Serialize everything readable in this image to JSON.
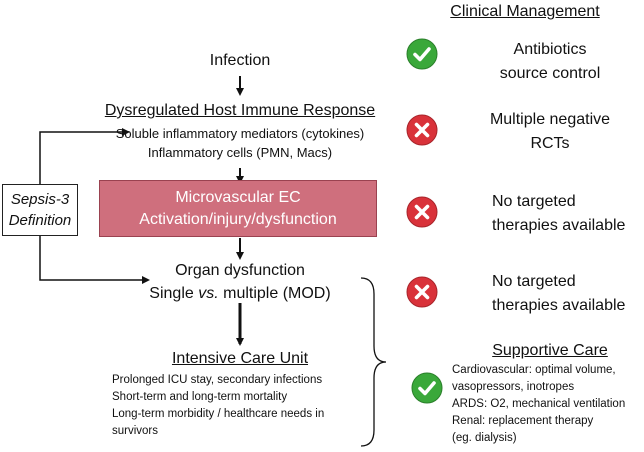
{
  "header": {
    "clinical_management": "Clinical Management"
  },
  "flow": {
    "infection": "Infection",
    "host_response_title": "Dysregulated Host Immune Response",
    "host_response_line1": "Soluble inflammatory mediators (cytokines)",
    "host_response_line2": "Inflammatory cells (PMN, Macs)",
    "ec_line1": "Microvascular EC",
    "ec_line2": "Activation/injury/dysfunction",
    "organ_line1": "Organ dysfunction",
    "organ_line2_a": "Single ",
    "organ_line2_vs": "vs.",
    "organ_line2_b": " multiple (MOD)",
    "icu_title": "Intensive Care Unit",
    "icu_items": [
      "Prolonged ICU stay, secondary infections",
      "Short-term and long-term mortality",
      "Long-term morbidity / healthcare needs in",
      "survivors"
    ]
  },
  "sepsis": {
    "line1": "Sepsis-3",
    "line2": "Definition"
  },
  "management": {
    "row1": {
      "line1": "Antibiotics",
      "line2": "source control",
      "icon": "check-icon"
    },
    "row2": {
      "line1": "Multiple negative",
      "line2": "RCTs",
      "icon": "x-icon"
    },
    "row3": {
      "line1": "No targeted",
      "line2": "therapies available",
      "icon": "x-icon"
    },
    "row4": {
      "line1": "No targeted",
      "line2": "therapies available",
      "icon": "x-icon"
    },
    "supportive": {
      "title": "Supportive Care",
      "icon": "check-icon",
      "items": [
        "Cardiovascular: optimal volume,",
        "vasopressors, inotropes",
        "ARDS: O2, mechanical ventilation",
        "Renal: replacement therapy",
        "(eg. dialysis)"
      ]
    }
  },
  "colors": {
    "check": "#3aa83a",
    "cross": "#d9323a",
    "ec_box": "#cf6f7d"
  }
}
